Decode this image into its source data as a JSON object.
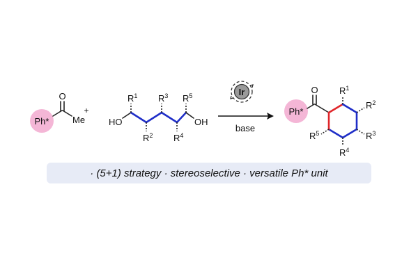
{
  "reactant1": {
    "aryl_label": "Ph*",
    "methyl_label": "Me",
    "oxygen_label": "O"
  },
  "plus_sign": "+",
  "reactant2": {
    "hydroxyl_left": "HO",
    "hydroxyl_right": "OH",
    "substituents": [
      {
        "letter": "R",
        "number": "1"
      },
      {
        "letter": "R",
        "number": "2"
      },
      {
        "letter": "R",
        "number": "3"
      },
      {
        "letter": "R",
        "number": "4"
      },
      {
        "letter": "R",
        "number": "5"
      }
    ]
  },
  "catalyst": {
    "label": "Ir"
  },
  "arrow": {
    "below_label": "base"
  },
  "product": {
    "aryl_label": "Ph*",
    "oxygen_label": "O",
    "substituents": [
      {
        "letter": "R",
        "number": "1"
      },
      {
        "letter": "R",
        "number": "2"
      },
      {
        "letter": "R",
        "number": "3"
      },
      {
        "letter": "R",
        "number": "4"
      },
      {
        "letter": "R",
        "number": "5"
      }
    ]
  },
  "banner": {
    "bullet": "·",
    "items": [
      "(5+1) strategy",
      "stereoselective",
      "versatile Ph* unit"
    ]
  },
  "colors": {
    "pink_circle": "#f4b6d6",
    "new_bond_blue": "#1f2ec8",
    "new_bond_red": "#e0262a",
    "banner_bg": "#e7ebf6",
    "catalyst_fill": "#9a9a9a"
  }
}
